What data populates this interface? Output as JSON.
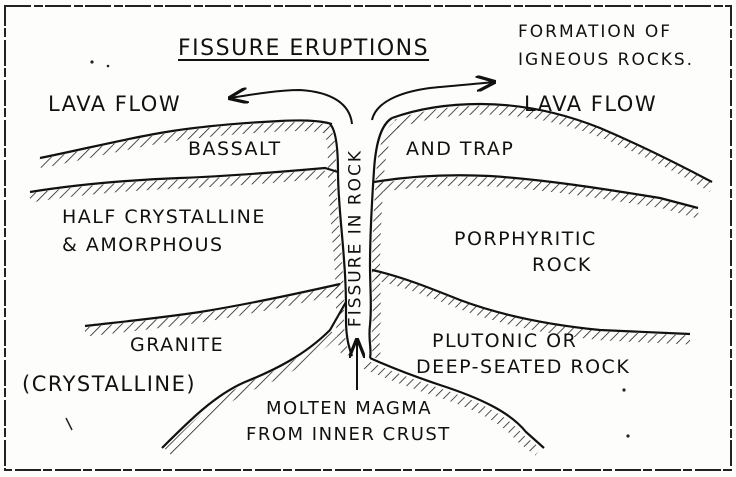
{
  "title": "FISSURE ERUPTIONS",
  "subtitle": {
    "line1": "FORMATION OF",
    "line2": "IGNEOUS ROCKS."
  },
  "labels": {
    "lava_flow_left": "LAVA FLOW",
    "lava_flow_right": "LAVA FLOW",
    "bassalt": "BASSALT",
    "and_trap": "AND TRAP",
    "half_crystalline": "HALF CRYSTALLINE",
    "amorphous": "& AMORPHOUS",
    "porphyritic": "PORPHYRITIC",
    "rock": "ROCK",
    "granite": "GRANITE",
    "crystalline": "(CRYSTALLINE)",
    "plutonic": "PLUTONIC OR",
    "deep_seated": "DEEP-SEATED ROCK",
    "molten_magma": "MOLTEN MAGMA",
    "inner_crust": "FROM INNER CRUST",
    "fissure": "FISSURE IN ROCK"
  }
}
